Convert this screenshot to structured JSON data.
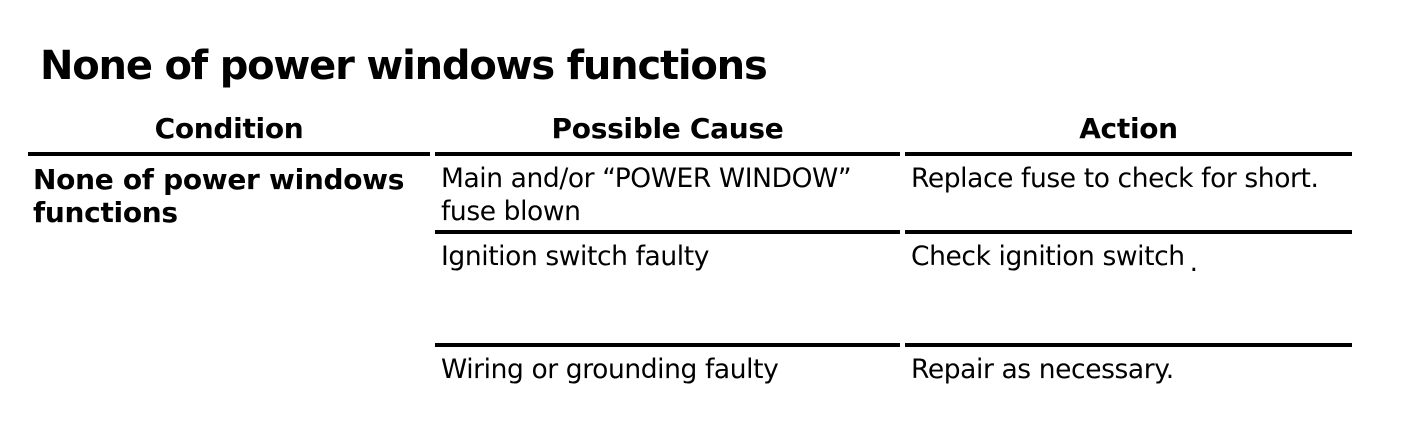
{
  "page_title": "None of power windows functions",
  "table": {
    "columns": [
      "Condition",
      "Possible Cause",
      "Action"
    ],
    "condition_lines": [
      "None of power windows",
      "functions"
    ],
    "rows": [
      {
        "cause_lines": [
          "Main and/or “POWER WINDOW”",
          "fuse blown"
        ],
        "action": "Replace fuse to check for short."
      },
      {
        "cause_lines": [
          "Ignition switch faulty"
        ],
        "action": "Check ignition switch",
        "action_period": "."
      },
      {
        "cause_lines": [
          "Wiring or grounding faulty"
        ],
        "action": "Repair as necessary."
      }
    ]
  },
  "colors": {
    "background": "#ffffff",
    "text": "#000000",
    "rule": "#000000"
  }
}
